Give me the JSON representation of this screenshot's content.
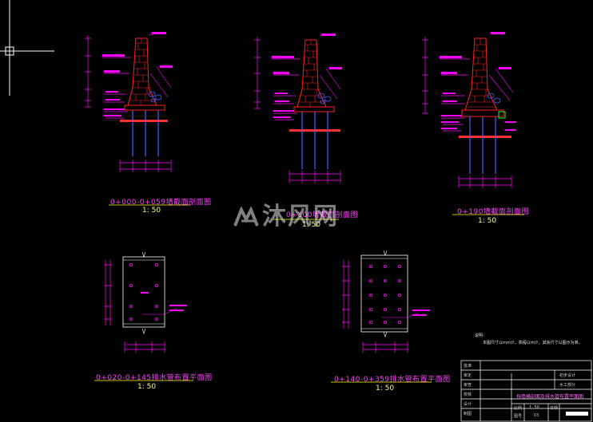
{
  "drawing": {
    "section_titles": [
      {
        "text": "0+000-0+059墙截面剖面图",
        "scale": "1: 50"
      },
      {
        "text": "0+100墙截面剖面图",
        "scale": "1: 50"
      },
      {
        "text": "0+190墙截面剖面图",
        "scale": "1: 50"
      }
    ],
    "plan_titles": [
      {
        "text": "0+020-0+145排水管布置平面图",
        "scale": "1: 50"
      },
      {
        "text": "0+140-0+359排水管布置平面图",
        "scale": "1: 50"
      }
    ],
    "note_label": "说明：",
    "note_text": "本图尺寸以mm计，高程以m计，其余尺寸以图示为准。",
    "watermark": "沐风网",
    "title_block": {
      "left_labels": [
        "批准",
        "审定",
        "审查",
        "校核",
        "设计",
        "制图"
      ],
      "right_top": [
        "初步设计",
        "水工部分"
      ],
      "drawing_title": "挡墙横剖面及排水管布置平面图",
      "row_labels": [
        "比例",
        "1: 50",
        "日期"
      ],
      "row2_labels": [
        "图号",
        "03"
      ]
    },
    "colors": {
      "magenta": "#ff00ff",
      "red": "#ff2020",
      "yellow": "#ffff00",
      "blue": "#4060ff",
      "cyan": "#00e0e0",
      "white": "#ffffff",
      "green": "#00ff40"
    }
  }
}
